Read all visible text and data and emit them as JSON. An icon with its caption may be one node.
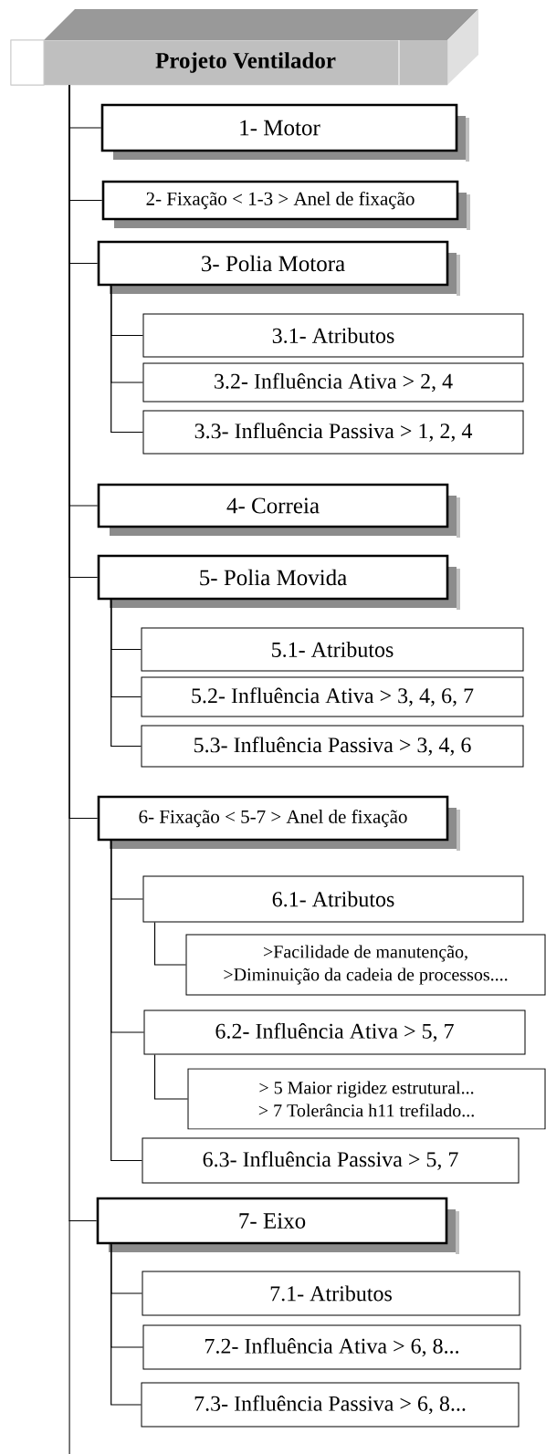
{
  "diagram": {
    "nodes": [
      {
        "text": [
          "Projeto Ventilador"
        ]
      },
      {
        "text": [
          "1- Motor"
        ]
      },
      {
        "text": [
          "2- Fixação < 1-3 > Anel de fixação"
        ]
      },
      {
        "text": [
          "3- Polia Motora"
        ]
      },
      {
        "text": [
          "3.1- Atributos"
        ]
      },
      {
        "text": [
          "3.2- Influência Ativa > 2, 4"
        ]
      },
      {
        "text": [
          "3.3- Influência Passiva > 1, 2, 4"
        ]
      },
      {
        "text": [
          "4- Correia"
        ]
      },
      {
        "text": [
          "5- Polia Movida"
        ]
      },
      {
        "text": [
          "5.1- Atributos"
        ]
      },
      {
        "text": [
          "5.2- Influência Ativa > 3, 4, 6, 7"
        ]
      },
      {
        "text": [
          "5.3- Influência Passiva > 3, 4, 6"
        ]
      },
      {
        "text": [
          "6- Fixação < 5-7 > Anel de fixação"
        ]
      },
      {
        "text": [
          "6.1- Atributos"
        ]
      },
      {
        "text": [
          ">Facilidade de manutenção,",
          ">Diminuição da cadeia de processos...."
        ]
      },
      {
        "text": [
          "6.2- Influência Ativa > 5, 7"
        ]
      },
      {
        "text": [
          "> 5 Maior rigidez estrutural...",
          "> 7 Tolerância h11 trefilado..."
        ]
      },
      {
        "text": [
          "6.3- Influência Passiva > 5, 7"
        ]
      },
      {
        "text": [
          "7- Eixo"
        ]
      },
      {
        "text": [
          "7.1- Atributos"
        ]
      },
      {
        "text": [
          "7.2- Influência Ativa > 6, 8..."
        ]
      },
      {
        "text": [
          "7.3- Influência Passiva > 6, 8..."
        ]
      }
    ],
    "edges": [
      {
        "from": 0,
        "to": 1,
        "arrow": "none"
      },
      {
        "from": 0,
        "to": 2,
        "arrow": "none"
      },
      {
        "from": 0,
        "to": 3,
        "arrow": "none"
      },
      {
        "from": 3,
        "to": 4,
        "arrow": "none"
      },
      {
        "from": 3,
        "to": 5,
        "arrow": "none"
      },
      {
        "from": 3,
        "to": 6,
        "arrow": "none"
      },
      {
        "from": 0,
        "to": 7,
        "arrow": "none"
      },
      {
        "from": 0,
        "to": 8,
        "arrow": "none"
      },
      {
        "from": 8,
        "to": 9,
        "arrow": "none"
      },
      {
        "from": 8,
        "to": 10,
        "arrow": "none"
      },
      {
        "from": 8,
        "to": 11,
        "arrow": "none"
      },
      {
        "from": 0,
        "to": 12,
        "arrow": "none"
      },
      {
        "from": 12,
        "to": 13,
        "arrow": "none"
      },
      {
        "from": 13,
        "to": 14,
        "arrow": "none"
      },
      {
        "from": 12,
        "to": 15,
        "arrow": "none"
      },
      {
        "from": 15,
        "to": 16,
        "arrow": "none"
      },
      {
        "from": 12,
        "to": 17,
        "arrow": "none"
      },
      {
        "from": 0,
        "to": 18,
        "arrow": "none"
      },
      {
        "from": 18,
        "to": 19,
        "arrow": "none"
      },
      {
        "from": 18,
        "to": 20,
        "arrow": "none"
      },
      {
        "from": 18,
        "to": 21,
        "arrow": "none"
      }
    ]
  }
}
